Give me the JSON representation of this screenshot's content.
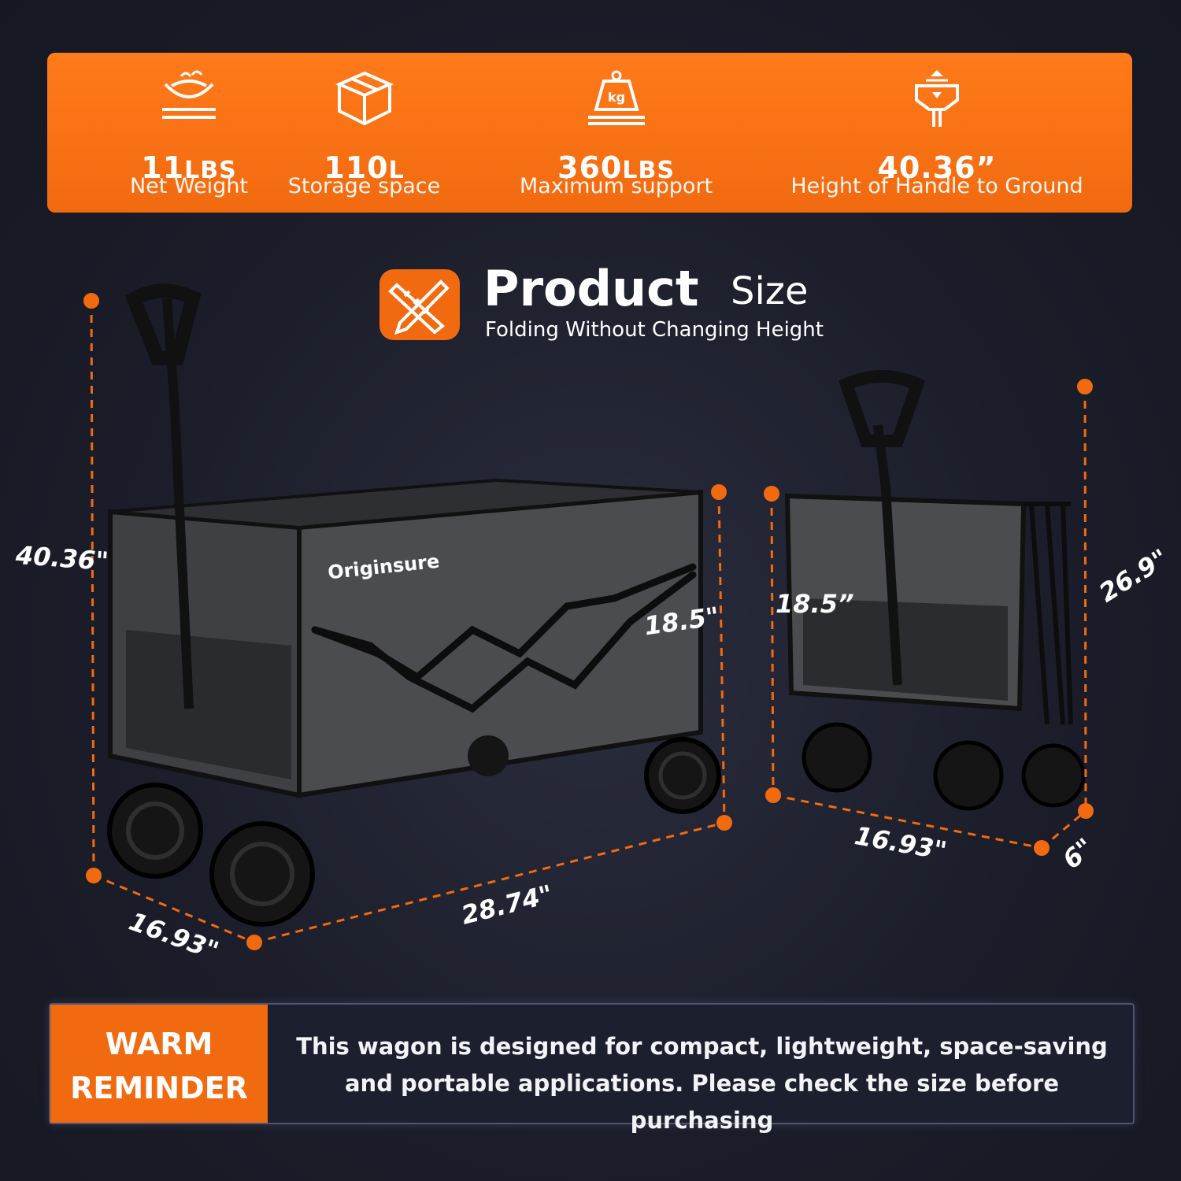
{
  "colors": {
    "accent": "#f26a10",
    "background": "#1b1d2a",
    "wagon_fabric": "#4a4c50"
  },
  "specs": [
    {
      "icon": "weight-scale-icon",
      "value": "11",
      "unit": "LBS",
      "label": "Net Weight"
    },
    {
      "icon": "box-icon",
      "value": "110",
      "unit": "L",
      "label": "Storage space"
    },
    {
      "icon": "kg-weight-icon",
      "value": "360",
      "unit": "LBS",
      "label": "Maximum support"
    },
    {
      "icon": "handle-height-icon",
      "value": "40.36”",
      "unit": "",
      "label": "Height of Handle to Ground"
    }
  ],
  "title": {
    "main": "Product",
    "sub": "Size",
    "subtitle": "Folding Without Changing Height",
    "icon": "ruler-pencil-icon"
  },
  "brand": "Originsure",
  "dimensions": {
    "open_height": "40.36\"",
    "open_width": "16.93\"",
    "open_length": "28.74\"",
    "open_depth": "18.5\"",
    "folded_depth": "18.5”",
    "folded_height": "26.9\"",
    "folded_width": "16.93\"",
    "folded_thickness": "6\""
  },
  "reminder": {
    "tag_line1": "WARM",
    "tag_line2": "REMINDER",
    "text_line1": "This wagon is designed for compact, lightweight, space-saving",
    "text_line2": "and portable applications. Please check the size before purchasing"
  }
}
